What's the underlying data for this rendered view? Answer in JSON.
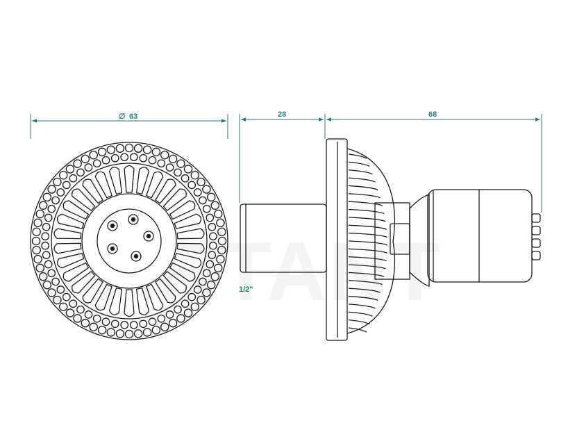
{
  "dimensions": {
    "diameter_symbol": "∅",
    "diameter_value": "63",
    "flange_length": "28",
    "body_length": "68",
    "thread_size": "1/2\""
  },
  "watermark": "ARTANT",
  "colors": {
    "dimension": "#1f7f7a",
    "outline": "#1a1a1a",
    "background": "#ffffff"
  }
}
